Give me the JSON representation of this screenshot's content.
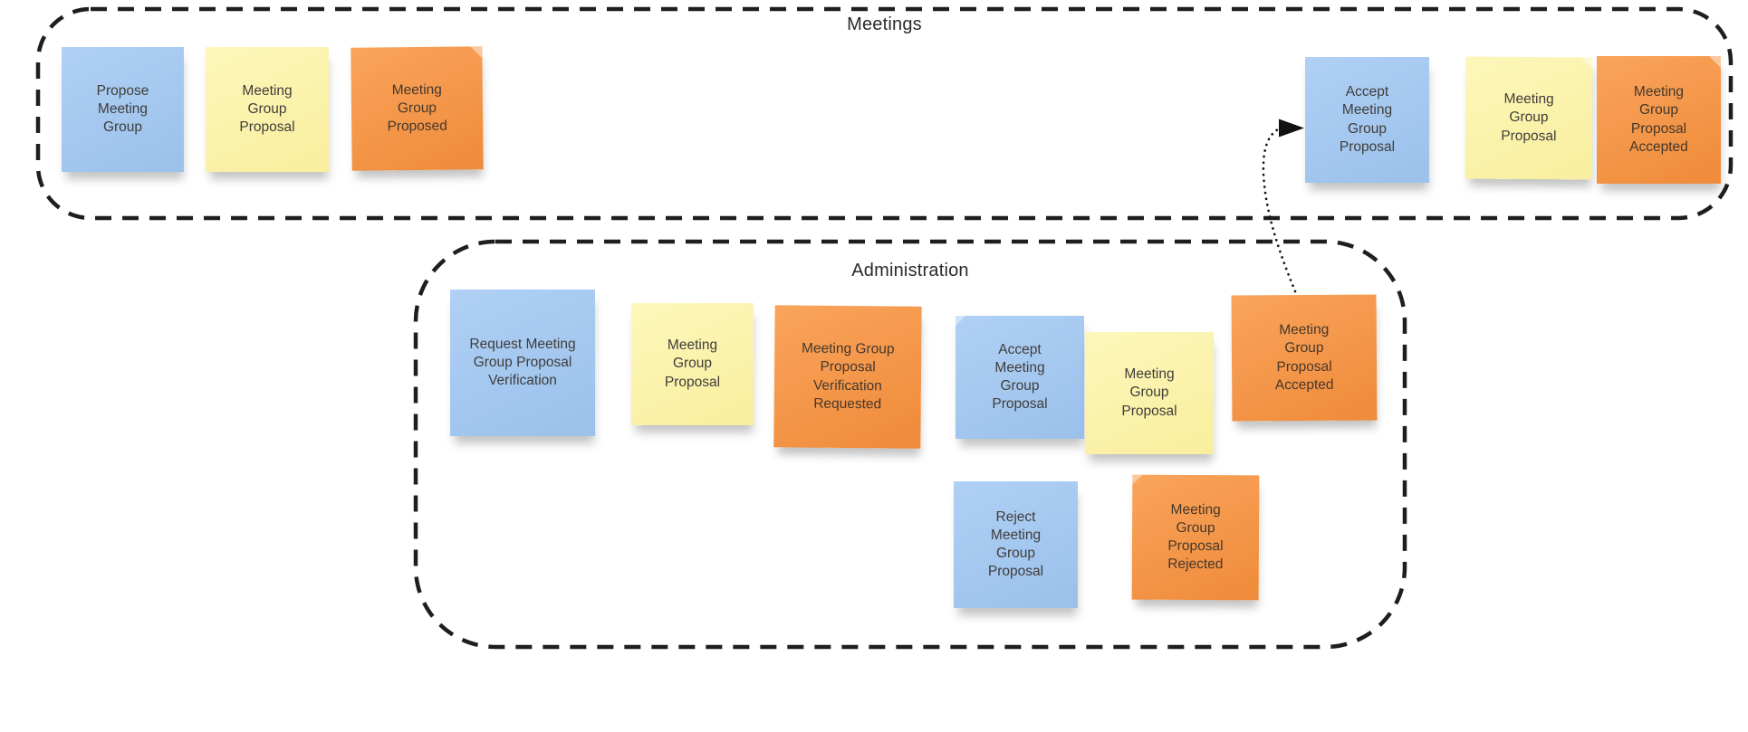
{
  "board": {
    "background": "#ffffff",
    "type": "event-storming-whiteboard"
  },
  "palette": {
    "note_blue": "#a4c8f0",
    "note_yellow": "#fcf4aa",
    "note_orange": "#f79a4d",
    "outline": "#1e1e1e",
    "note_text": "#403d3a",
    "label_text": "#2b2b2b"
  },
  "containers": [
    {
      "id": "meetings",
      "label": "Meetings"
    },
    {
      "id": "administration",
      "label": "Administration"
    }
  ],
  "notes": [
    {
      "id": "propose-meeting-group",
      "container": "meetings",
      "color": "blue",
      "text": "Propose\nMeeting\nGroup"
    },
    {
      "id": "meeting-group-proposal-meetings-left",
      "container": "meetings",
      "color": "yellow",
      "text": "Meeting\nGroup\nProposal"
    },
    {
      "id": "meeting-group-proposed",
      "container": "meetings",
      "color": "orange",
      "text": "Meeting\nGroup\nProposed"
    },
    {
      "id": "accept-meeting-group-proposal-meetings",
      "container": "meetings",
      "color": "blue",
      "text": "Accept\nMeeting\nGroup\nProposal"
    },
    {
      "id": "meeting-group-proposal-meetings-right",
      "container": "meetings",
      "color": "yellow",
      "text": "Meeting\nGroup\nProposal"
    },
    {
      "id": "meeting-group-proposal-accepted-meetings",
      "container": "meetings",
      "color": "orange",
      "text": "Meeting\nGroup\nProposal\nAccepted"
    },
    {
      "id": "request-meeting-group-proposal-verification",
      "container": "administration",
      "color": "blue",
      "text": "Request Meeting\nGroup Proposal\nVerification"
    },
    {
      "id": "meeting-group-proposal-admin-1",
      "container": "administration",
      "color": "yellow",
      "text": "Meeting\nGroup\nProposal"
    },
    {
      "id": "meeting-group-proposal-verification-requested",
      "container": "administration",
      "color": "orange",
      "text": "Meeting Group\nProposal\nVerification\nRequested"
    },
    {
      "id": "accept-meeting-group-proposal-administration",
      "container": "administration",
      "color": "blue",
      "text": "Accept\nMeeting\nGroup\nProposal"
    },
    {
      "id": "meeting-group-proposal-admin-2",
      "container": "administration",
      "color": "yellow",
      "text": "Meeting\nGroup\nProposal"
    },
    {
      "id": "meeting-group-proposal-accepted-administration",
      "container": "administration",
      "color": "orange",
      "text": "Meeting\nGroup\nProposal\nAccepted"
    },
    {
      "id": "reject-meeting-group-proposal",
      "container": "administration",
      "color": "blue",
      "text": "Reject\nMeeting\nGroup\nProposal"
    },
    {
      "id": "meeting-group-proposal-rejected",
      "container": "administration",
      "color": "orange",
      "text": "Meeting\nGroup\nProposal\nRejected"
    }
  ],
  "connector": {
    "from": "meeting-group-proposal-accepted-administration",
    "to": "accept-meeting-group-proposal-meetings",
    "style": "dotted-arrow"
  }
}
